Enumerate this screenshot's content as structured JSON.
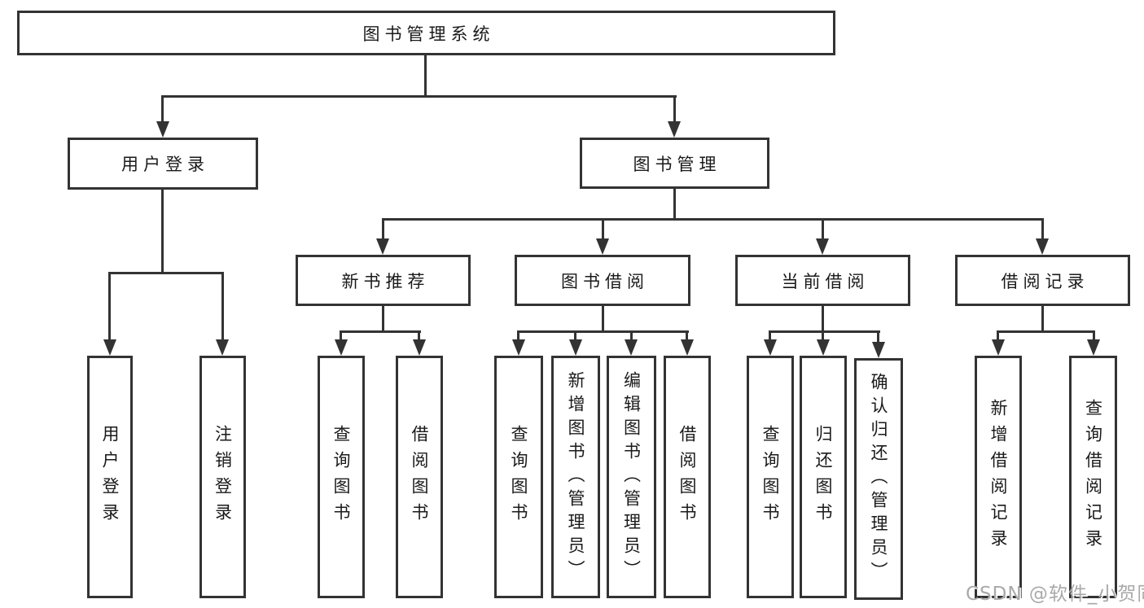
{
  "nodes": {
    "root": "图书管理系统",
    "user_login": "用户登录",
    "book_mgmt": "图书管理",
    "new_book": "新书推荐",
    "book_borrow": "图书借阅",
    "current_borrow": "当前借阅",
    "borrow_record": "借阅记录"
  },
  "leaves": {
    "user_login": [
      "用户登录",
      "注销登录"
    ],
    "new_book": [
      "查询图书",
      "借阅图书"
    ],
    "book_borrow": [
      "查询图书",
      "新增图书（管理员）",
      "编辑图书（管理员）",
      "借阅图书"
    ],
    "current_borrow": [
      "查询图书",
      "归还图书",
      "确认归还（管理员）"
    ],
    "borrow_record": [
      "新增借阅记录",
      "查询借阅记录"
    ]
  },
  "watermark": "CSDN @软件_小贺同学",
  "colors": {
    "line": "#333333",
    "text": "#1a1a1a",
    "watermark": "#a9a9a9",
    "background": "#ffffff"
  }
}
